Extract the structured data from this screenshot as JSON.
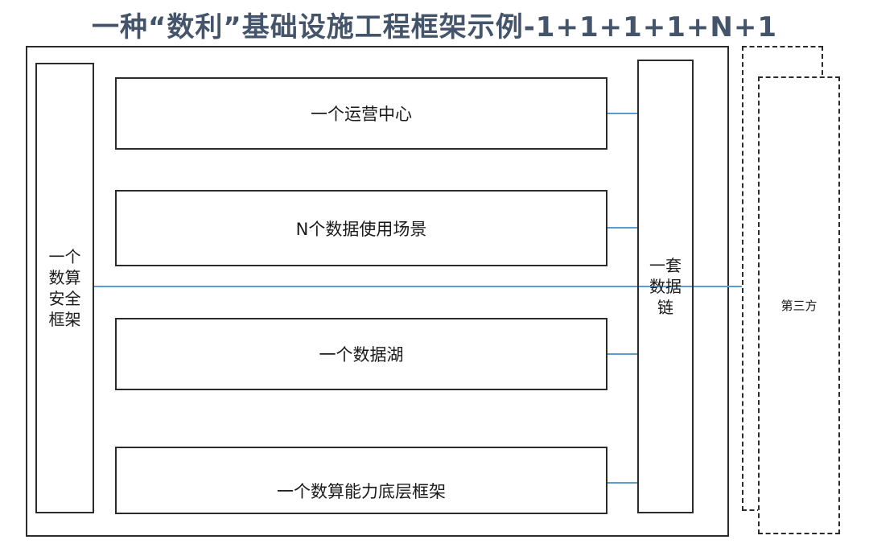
{
  "title": "一种“数利”基础设施工程框架示例-1+1+1+1+N+1",
  "colors": {
    "title": "#44546A",
    "border": "#2B2B2B",
    "connector": "#5B9BD5",
    "text": "#1A1A1A",
    "background": "#FFFFFF"
  },
  "left_panel": {
    "label": "一个\n数算\n安全\n框架"
  },
  "right_panel": {
    "label": "一套\n数据\n链"
  },
  "middle_boxes": [
    {
      "label": "一个运营中心"
    },
    {
      "label": "N个数据使用场景"
    },
    {
      "label": "一个数据湖"
    },
    {
      "label": "一个数算能力底层框架"
    }
  ],
  "external": {
    "third_party_label": "第三方"
  }
}
